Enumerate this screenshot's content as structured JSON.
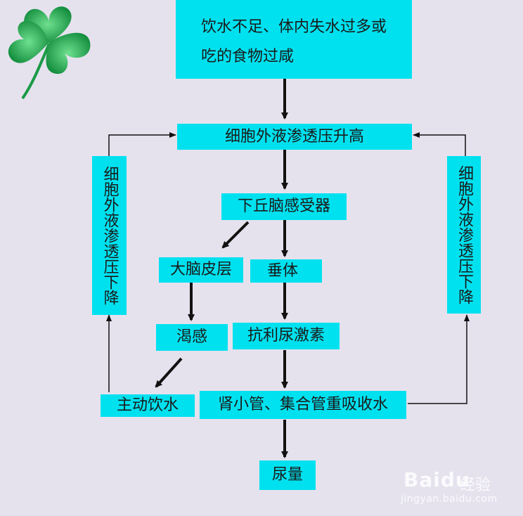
{
  "diagram": {
    "cause": "饮水不足、体内失水过多或吃的食物过咸",
    "osmotic_rise": "细胞外液渗透压升高",
    "hypothalamus": "下丘脑感受器",
    "cortex": "大脑皮层",
    "pituitary": "垂体",
    "thirst": "渴感",
    "adh": "抗利尿激素",
    "drink": "主动饮水",
    "kidney": "肾小管、集合管重吸收水",
    "urine": "尿量",
    "osmotic_drop_left": "细胞外液渗透压下降",
    "osmotic_drop_right": "细胞外液渗透压下降"
  },
  "colors": {
    "box_fill": "#00e1ef",
    "background": "#e5e2ee",
    "arrow": "#111111",
    "clover": "#1aa84a"
  },
  "watermark": {
    "logo": "Baidu",
    "text": "经验",
    "url": "jingyan.baidu.com"
  }
}
